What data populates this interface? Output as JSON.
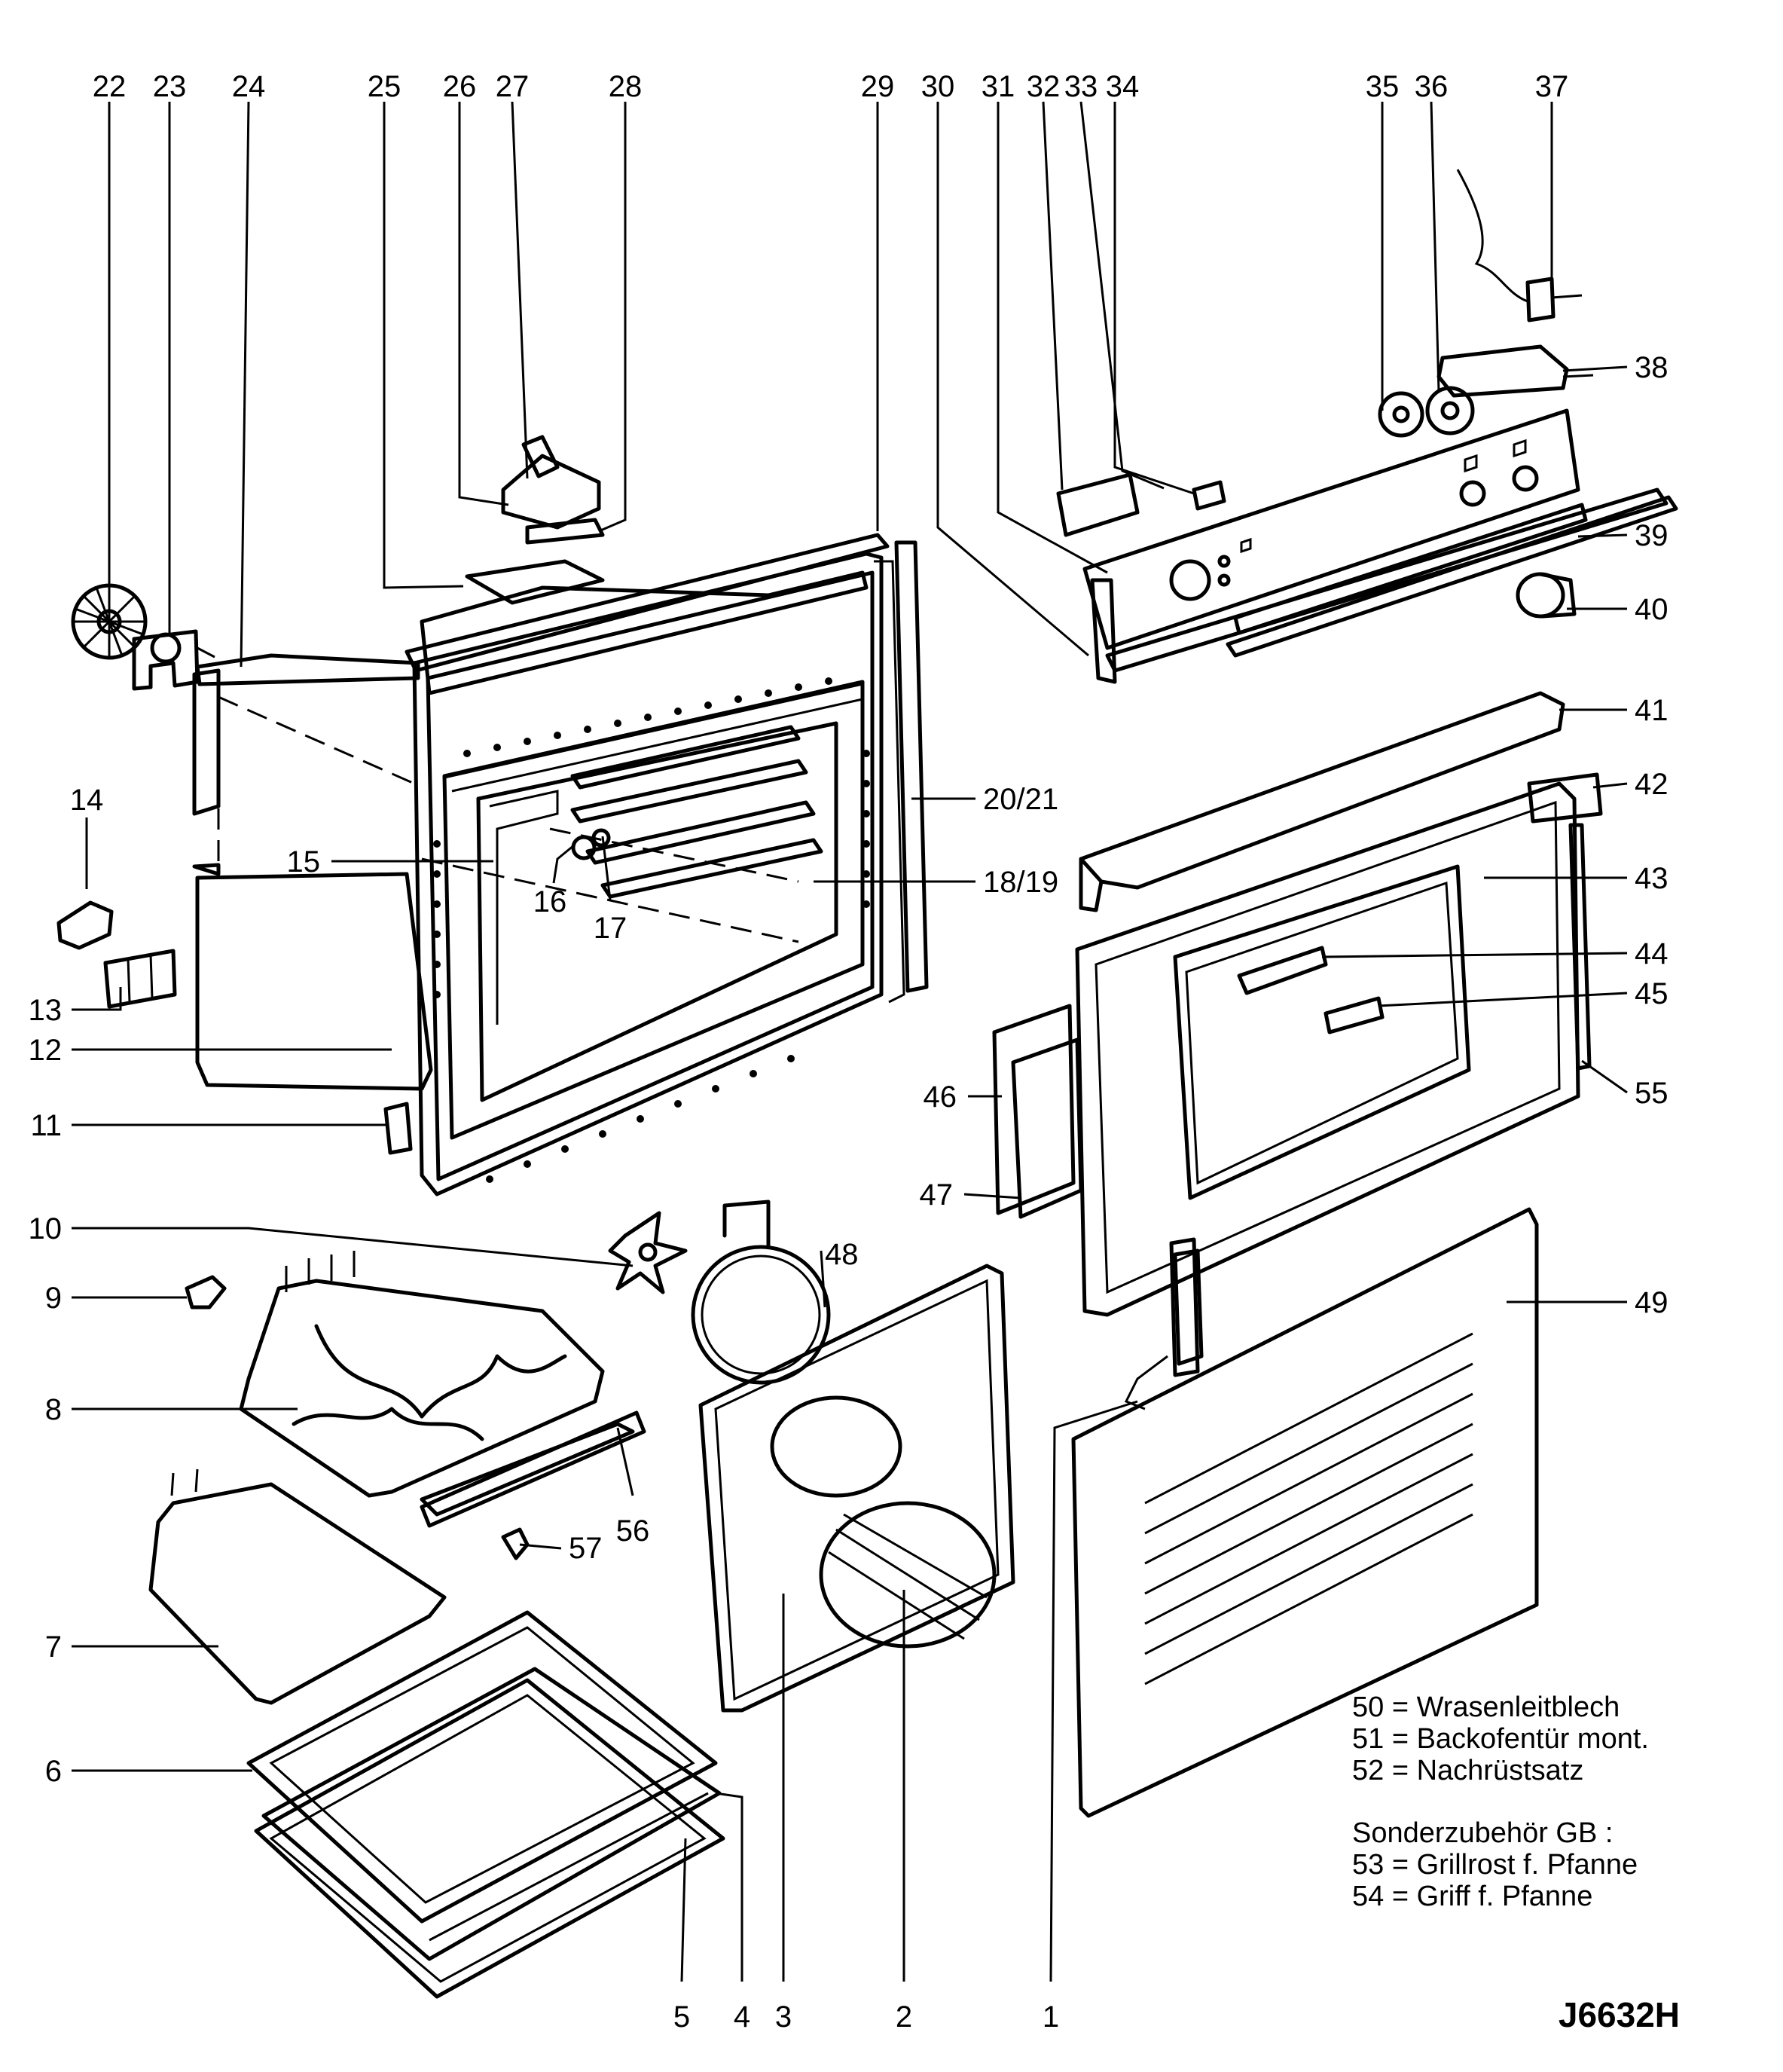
{
  "callouts": {
    "c1": "1",
    "c2": "2",
    "c3": "3",
    "c4": "4",
    "c5": "5",
    "c6": "6",
    "c7": "7",
    "c8": "8",
    "c9": "9",
    "c10": "10",
    "c11": "11",
    "c12": "12",
    "c13": "13",
    "c14": "14",
    "c15": "15",
    "c16": "16",
    "c17": "17",
    "c18_19": "18/19",
    "c20_21": "20/21",
    "c22": "22",
    "c23": "23",
    "c24": "24",
    "c25": "25",
    "c26": "26",
    "c27": "27",
    "c28": "28",
    "c29": "29",
    "c30": "30",
    "c31": "31",
    "c32": "32",
    "c33": "33",
    "c34": "34",
    "c35": "35",
    "c36": "36",
    "c37": "37",
    "c38": "38",
    "c39": "39",
    "c40": "40",
    "c41": "41",
    "c42": "42",
    "c43": "43",
    "c44": "44",
    "c45": "45",
    "c46": "46",
    "c47": "47",
    "c48": "48",
    "c49": "49",
    "c55": "55",
    "c56": "56",
    "c57": "57"
  },
  "notes": {
    "n50": "50 = Wrasenleitblech",
    "n51": "51 = Backofentür  mont.",
    "n52": "52 = Nachrüstsatz",
    "accessory_heading": "Sonderzubehör  GB :",
    "n53": "53 = Grillrost  f. Pfanne",
    "n54": "54 = Griff  f. Pfanne"
  },
  "drawing_code": "J6632H"
}
